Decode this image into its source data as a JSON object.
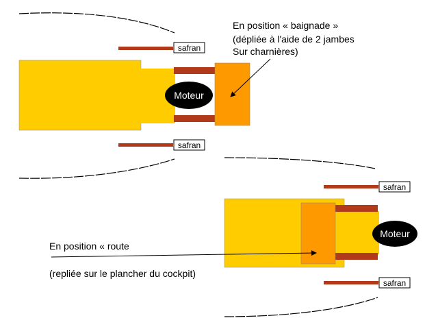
{
  "colors": {
    "hull": "#FFCC00",
    "platform": "#FF9900",
    "rod": "#B03A1A",
    "motor": "#000000",
    "text": "#000000",
    "background": "#FFFFFF"
  },
  "top_view": {
    "caption_lines": [
      "En position « baignade »",
      "(dépliée à l'aide de 2 jambes",
      "Sur charnières)"
    ],
    "motor_label": "Moteur",
    "rudder_labels": [
      "safran",
      "safran"
    ]
  },
  "bottom_view": {
    "caption_title": "En position « route",
    "caption_note": "(repliée sur le plancher du cockpit)",
    "motor_label": "Moteur",
    "rudder_labels": [
      "safran",
      "safran"
    ]
  }
}
